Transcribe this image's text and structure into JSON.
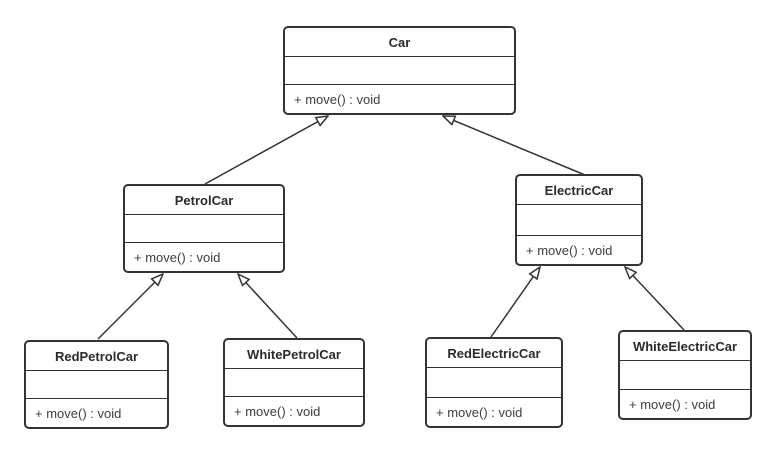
{
  "diagram": {
    "type": "uml-class-diagram",
    "classes": [
      {
        "name": "Car",
        "attributes": [],
        "operations": [
          "+ move() : void"
        ]
      },
      {
        "name": "PetrolCar",
        "attributes": [],
        "operations": [
          "+ move() : void"
        ]
      },
      {
        "name": "ElectricCar",
        "attributes": [],
        "operations": [
          "+ move() : void"
        ]
      },
      {
        "name": "RedPetrolCar",
        "attributes": [],
        "operations": [
          "+ move() : void"
        ]
      },
      {
        "name": "WhitePetrolCar",
        "attributes": [],
        "operations": [
          "+ move() : void"
        ]
      },
      {
        "name": "RedElectricCar",
        "attributes": [],
        "operations": [
          "+ move() : void"
        ]
      },
      {
        "name": "WhiteElectricCar",
        "attributes": [],
        "operations": [
          "+ move() : void"
        ]
      }
    ],
    "relations": [
      {
        "from": "PetrolCar",
        "to": "Car",
        "type": "generalization"
      },
      {
        "from": "ElectricCar",
        "to": "Car",
        "type": "generalization"
      },
      {
        "from": "RedPetrolCar",
        "to": "PetrolCar",
        "type": "generalization"
      },
      {
        "from": "WhitePetrolCar",
        "to": "PetrolCar",
        "type": "generalization"
      },
      {
        "from": "RedElectricCar",
        "to": "ElectricCar",
        "type": "generalization"
      },
      {
        "from": "WhiteElectricCar",
        "to": "ElectricCar",
        "type": "generalization"
      }
    ],
    "colors": {
      "stroke": "#333333",
      "fill": "#ffffff",
      "text": "#333333",
      "background": "#ffffff"
    }
  }
}
